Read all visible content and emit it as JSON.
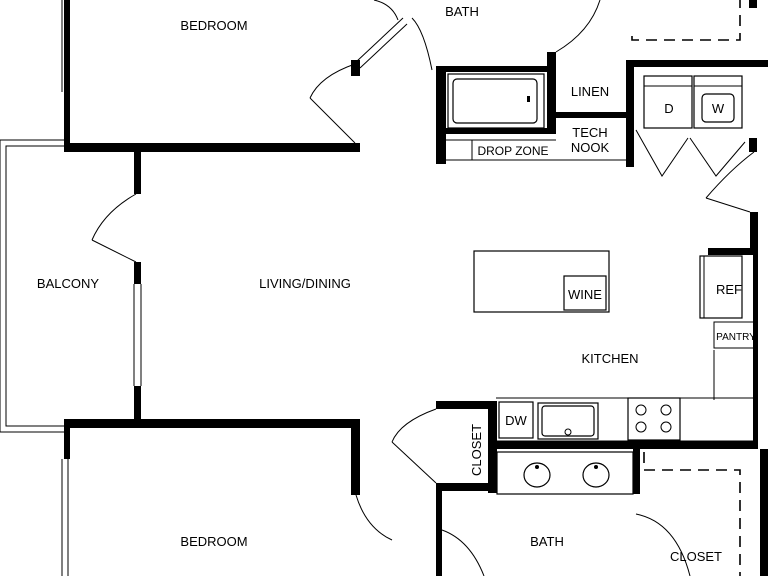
{
  "rooms": {
    "bedroom_top": "BEDROOM",
    "bath_top": "BATH",
    "linen": "LINEN",
    "tech_nook_line1": "TECH",
    "tech_nook_line2": "NOOK",
    "drop_zone": "DROP ZONE",
    "dryer": "D",
    "washer": "W",
    "balcony": "BALCONY",
    "living_dining": "LIVING/DINING",
    "wine": "WINE",
    "ref": "REF",
    "pantry": "PANTRY",
    "kitchen": "KITCHEN",
    "dw": "DW",
    "closet_vertical": "CLOSET",
    "bedroom_bottom": "BEDROOM",
    "bath_bottom": "BATH",
    "closet_bottom": "CLOSET"
  }
}
